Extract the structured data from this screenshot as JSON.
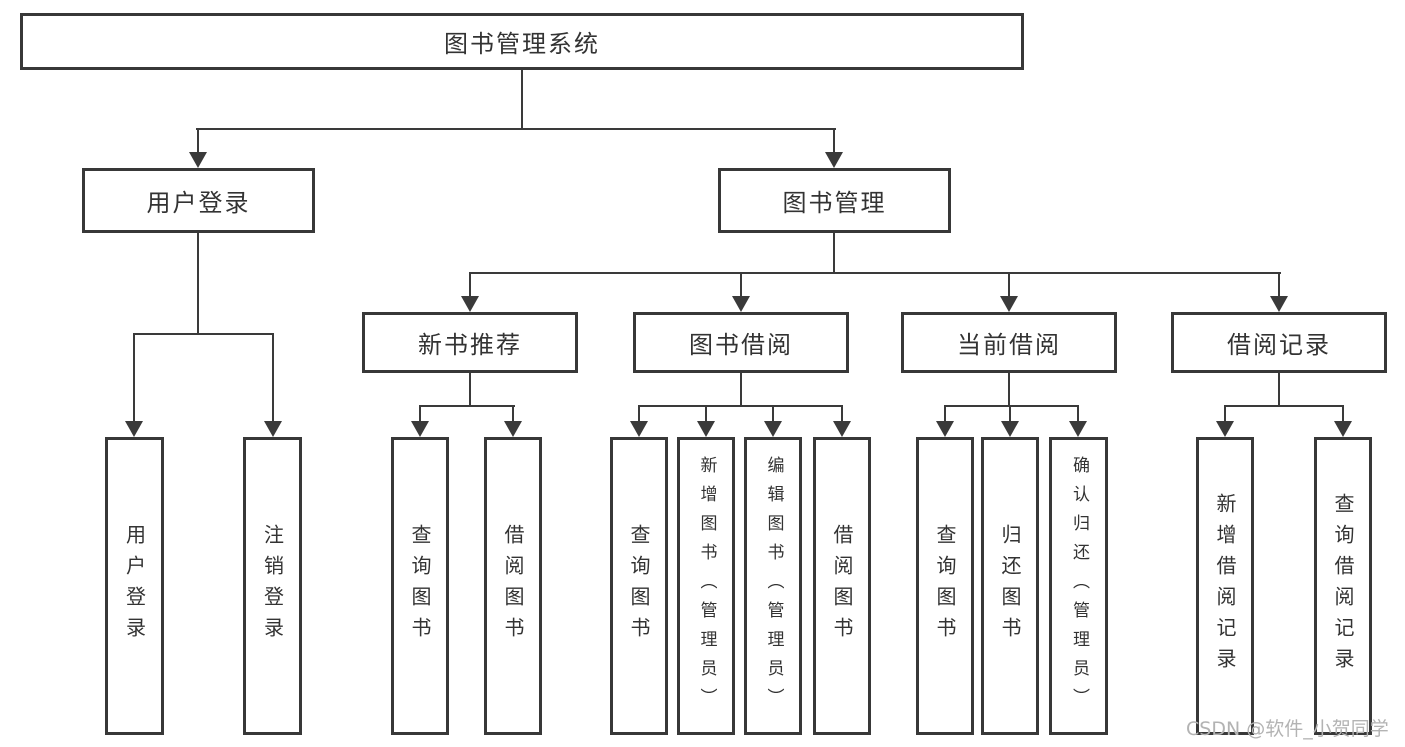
{
  "nodes": {
    "root": "图书管理系统",
    "user_login": "用户登录",
    "book_mgmt": "图书管理",
    "ul_user_login": "用户登录",
    "ul_logout": "注销登录",
    "new_book_rec": "新书推荐",
    "book_borrow": "图书借阅",
    "current_borrow": "当前借阅",
    "borrow_record": "借阅记录",
    "nbr_query_book": "查询图书",
    "nbr_borrow_book": "借阅图书",
    "bb_query_book": "查询图书",
    "bb_add_book": "新增图书（管理员）",
    "bb_edit_book": "编辑图书（管理员）",
    "bb_borrow_book": "借阅图书",
    "cb_query_book": "查询图书",
    "cb_return_book": "归还图书",
    "cb_confirm_return": "确认归还（管理员）",
    "br_add_record": "新增借阅记录",
    "br_query_record": "查询借阅记录"
  },
  "watermark": "CSDN @软件_小贺同学",
  "colors": {
    "line": "#3a3a3a",
    "border": "#383838",
    "text": "#333333",
    "watermark": "#b3b3b3",
    "background": "#ffffff"
  }
}
